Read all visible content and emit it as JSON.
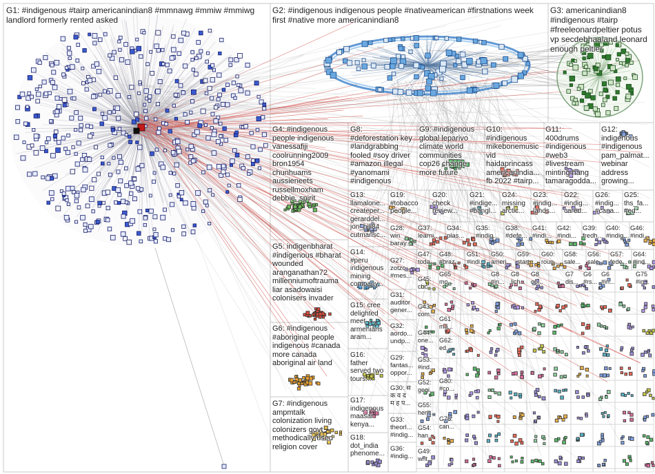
{
  "title": "",
  "groups": [
    {
      "id": "G1",
      "text": "G1: #indigenous #tairp americanindian8 #mmnawg #mmiw #mmiwg\nlandlord formerly rented asked"
    },
    {
      "id": "G2",
      "text": "G2: #indigenous indigenous people #nativeamerican #firstnations week\nfirst #native more americanindian8"
    },
    {
      "id": "G3",
      "text": "G3: americanindian8\n#indigenous #tairp\n#freeleonardpeltier potus\nvp secdebhaaland leonard\nenough peltier"
    },
    {
      "id": "G4",
      "text": "G4: #indigenous\npeople indigenous\nvanessafiji\ncoolrunning2009\nbron1954\nchunhuams\naussieneets\nrussellmoxham\ndebbie_spirit"
    },
    {
      "id": "G8",
      "text": "G8:\n#deforestation key\n#landgrabbing\nfooled #soy driver\n#amazon illegal\n#yanomami\n#indigenous"
    },
    {
      "id": "G9",
      "text": "G9: #indigenous\nglobal leparivo\nclimate world\ncommunities\ncop26 change\nmore future"
    },
    {
      "id": "G10",
      "text": "G10:\n#indigenous\nmikebonemusic\nvid\nhaidaprincass\namericanindia...\nfb 2022 #tairp..."
    },
    {
      "id": "G11",
      "text": "G11:\n400drums\n#indigenous\n#web3\n#livestream\nminting hang\ntamaragodda..."
    },
    {
      "id": "G12",
      "text": "G12:\nindigenous\n#indigenous\npam_palmat...\nwebinar\naddress\ngrowing..."
    },
    {
      "id": "G5",
      "text": "G5: indigenbharat\n#indigenous #bharat\nwounded\naranganathan72\nmillenniumoftrauma\nliar asadowaisi\ncolonisers invader"
    },
    {
      "id": "G6",
      "text": "G6: #indigenous\n#aboriginal people\nindigenous #canada\nmore canada\naboriginal air land"
    },
    {
      "id": "G7",
      "text": "G7: #indigenous\nampmtalk\ncolonization living\ncolonizers govt\nmethodically used\nreligion cover"
    },
    {
      "id": "G13",
      "text": "G13:\nllamalone...\ncreateper...\ngerarddel...\njon_hill84\ncutmansc..."
    },
    {
      "id": "G19",
      "text": "G19:\n#tobacco\npeople..."
    },
    {
      "id": "G20",
      "text": "G20:\ncheck\nreview..."
    },
    {
      "id": "G21",
      "text": "G21:\n#indige...\n#bangl..."
    },
    {
      "id": "G24",
      "text": "G24:\nmissing\narctic..."
    },
    {
      "id": "G23",
      "text": "G23:\n#indig...\nlands..."
    },
    {
      "id": "G22",
      "text": "G22:\n#indig...\ncared..."
    },
    {
      "id": "G26",
      "text": "G26:\n#indig...\n#cana..."
    },
    {
      "id": "G25",
      "text": "G25:\nths_fa...\n#ed..."
    },
    {
      "id": "G14",
      "text": "G14:\n#peru\nindigenous\nmining\ncompany..."
    },
    {
      "id": "G28",
      "text": "G28:\nwin\nbaray..."
    },
    {
      "id": "G37",
      "text": "G37:\nlearni..."
    },
    {
      "id": "G34",
      "text": "G34:\nplas..."
    },
    {
      "id": "G35",
      "text": "G35:\n#indig..."
    },
    {
      "id": "G38",
      "text": "G38:\n#defe..."
    },
    {
      "id": "G41",
      "text": "G41:\n#indi..."
    },
    {
      "id": "G42",
      "text": "G42:\n#indi..."
    },
    {
      "id": "G39",
      "text": "G39:\nfredh..."
    },
    {
      "id": "G40",
      "text": "G40:\n#indig..."
    },
    {
      "id": "G46",
      "text": "G46:\n#indi..."
    },
    {
      "id": "G27",
      "text": "G27:\nzotzc...\n#mes..."
    },
    {
      "id": "G47",
      "text": "G47:\ntoda..."
    },
    {
      "id": "G48",
      "text": "G48:\n#braz..."
    },
    {
      "id": "G51",
      "text": "G51:\n#indi..."
    },
    {
      "id": "G50",
      "text": "G50:\nameri..."
    },
    {
      "id": "G59",
      "text": "G59:\nstart..."
    },
    {
      "id": "G60",
      "text": "G60:\nroun..."
    },
    {
      "id": "G58",
      "text": "G58:\nsale..."
    },
    {
      "id": "G56",
      "text": "G56:\nsale..."
    },
    {
      "id": "G57",
      "text": "G57:\nfede..."
    },
    {
      "id": "G64",
      "text": "G64:\n#ind..."
    },
    {
      "id": "G15",
      "text": "G15: cree\ndelighted\nmeet\narmenians\naram..."
    },
    {
      "id": "G31",
      "text": "G31:\nauditor\ngener..."
    },
    {
      "id": "G45",
      "text": "G45:\ncbc..."
    },
    {
      "id": "G65",
      "text": "G65\nmo..."
    },
    {
      "id": "G8b",
      "text": "G8\n#in..."
    },
    {
      "id": "G8c",
      "text": "G8\nlich..."
    },
    {
      "id": "G8d",
      "text": "G8\nop..."
    },
    {
      "id": "G7b",
      "text": "G7\ndis..."
    },
    {
      "id": "G6b",
      "text": "G6\n#rs..."
    },
    {
      "id": "G6c",
      "text": "G6\n#in..."
    },
    {
      "id": "G75",
      "text": "G75\n#in..."
    },
    {
      "id": "G43",
      "text": "G43:\ncom..."
    },
    {
      "id": "G32",
      "text": "G32:\naordo...\nundp..."
    },
    {
      "id": "G61",
      "text": "G61\nma..."
    },
    {
      "id": "G44",
      "text": "G44:\none..."
    },
    {
      "id": "G62",
      "text": "G62:\ned..."
    },
    {
      "id": "G16",
      "text": "G16:\nfather\nserved two\ntours..."
    },
    {
      "id": "G29",
      "text": "G29:\nfantas...\noppor..."
    },
    {
      "id": "G53",
      "text": "G53:\n#ind..."
    },
    {
      "id": "G30",
      "text": "G30: स\nक व द\nम ह प..."
    },
    {
      "id": "G52",
      "text": "G52:\ngeoi..."
    },
    {
      "id": "G80",
      "text": "G80:\n#co..."
    },
    {
      "id": "G17",
      "text": "G17:\nindigenous\nmaasai\nkenya..."
    },
    {
      "id": "G55",
      "text": "G55:\nherit..."
    },
    {
      "id": "G33",
      "text": "G33:\ntheorl...\n#indig..."
    },
    {
      "id": "G76",
      "text": "G76:\ncan..."
    },
    {
      "id": "G54",
      "text": "G54:\nhan..."
    },
    {
      "id": "G18",
      "text": "G18:\ndot_india\nphenome..."
    },
    {
      "id": "G36",
      "text": "G36:\n#indig..."
    },
    {
      "id": "G49",
      "text": "G49:\nwrit..."
    }
  ]
}
